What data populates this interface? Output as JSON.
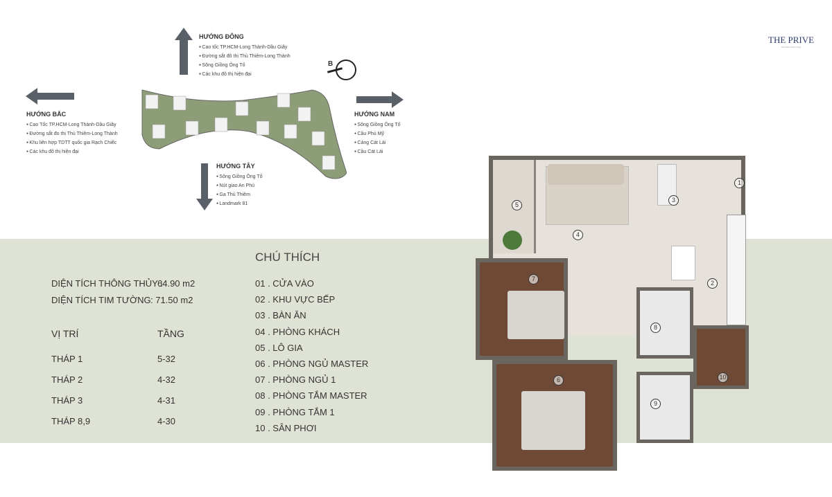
{
  "logo": {
    "text": "THE PRIVE",
    "tagline": "Riverside luxury living"
  },
  "directions": {
    "east": {
      "title": "HƯỚNG ĐÔNG",
      "items": [
        "Cao tốc TP.HCM-Long Thành-Dầu Giây",
        "Đường sắt đô thị Thủ Thiêm-Long Thành",
        "Sông Giồng Ông Tố",
        "Các khu đô thị hiện đại"
      ]
    },
    "north": {
      "title": "HƯỚNG BẮC",
      "items": [
        "Cao Tốc TP.HCM-Long Thành-Dầu Giây",
        "Đường sắt đo thị Thủ Thiêm-Long Thành",
        "Khu liên hợp TDTT quốc gia Rạch Chiếc",
        "Các khu đô thị hiện đại"
      ]
    },
    "south": {
      "title": "HƯỚNG NAM",
      "items": [
        "Sông Giồng Ông Tố",
        "Cầu Phú Mỹ",
        "Cảng Cát Lái",
        "Cầu Cát Lái"
      ]
    },
    "west": {
      "title": "HƯỚNG TÂY",
      "items": [
        "Sông Giồng Ông Tố",
        "Nút giao An Phú",
        "Ga Thủ Thiêm",
        "Landmark 81"
      ]
    },
    "compass_label": "B"
  },
  "specs": {
    "net_area_label": "DIỆN TÍCH THÔNG THỦY :",
    "net_area_value": "64.90 m2",
    "gross_area_label": "DIỆN TÍCH TIM TƯỜNG",
    "gross_area_value": ": 71.50 m2",
    "col_position": "VỊ TRÍ",
    "col_floor": "TẦNG",
    "rows": [
      [
        "THÁP 1",
        "5-32"
      ],
      [
        "THÁP 2",
        "4-32"
      ],
      [
        "THÁP 3",
        "4-31"
      ],
      [
        "THÁP 8,9",
        "4-30"
      ]
    ]
  },
  "legend": {
    "title": "CHÚ THÍCH",
    "items": [
      "01 . CỬA VÀO",
      "02 . KHU VỰC BẾP",
      "03 . BÀN ĂN",
      "04 . PHÒNG KHÁCH",
      "05 . LÔ GIA",
      "06 . PHÒNG NGỦ MASTER",
      "07 . PHÒNG NGỦ 1",
      "08 . PHÒNG TẮM MASTER",
      "09 . PHÒNG TẮM 1",
      "10 . SÂN PHƠI"
    ]
  },
  "plan_numbers": [
    "1",
    "2",
    "3",
    "4",
    "5",
    "6",
    "7",
    "8",
    "9",
    "10"
  ],
  "colors": {
    "band": "#dfe3d5",
    "arrow": "#5a6068",
    "wall": "#6b6560",
    "wood": "#6e4a36",
    "tile": "#e6e1da"
  }
}
